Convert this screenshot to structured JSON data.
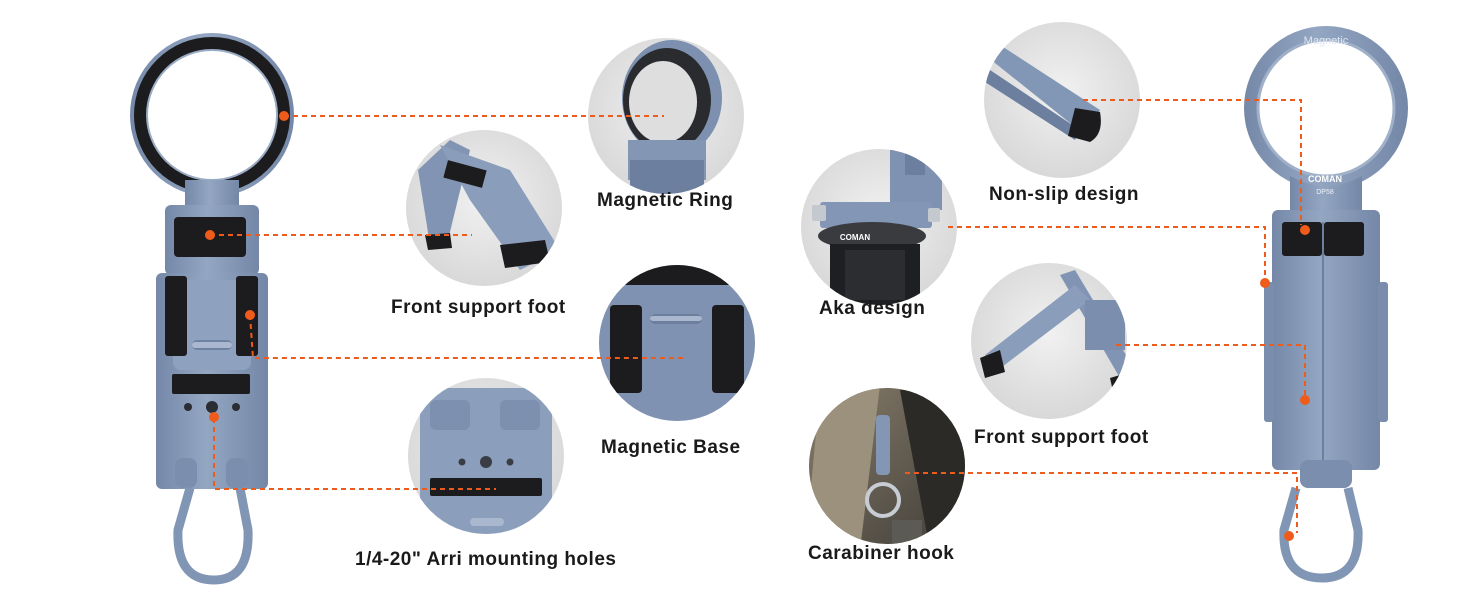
{
  "labels": {
    "magnetic_ring": "Magnetic Ring",
    "front_support_foot_left": "Front support foot",
    "magnetic_base": "Magnetic Base",
    "arri_holes": "1/4-20\" Arri mounting holes",
    "non_slip": "Non-slip design",
    "aka_design": "Aka design",
    "front_support_foot_right": "Front support foot",
    "carabiner": "Carabiner hook"
  },
  "device_text": {
    "ring_word": "Magnetic",
    "brand": "COMAN",
    "model": "DP58",
    "clamp_brand": "COMAN"
  },
  "colors": {
    "device_blue": "#8397b5",
    "device_dark": "#6d80a0",
    "device_light": "#a9b8cf",
    "pad": "#1c1c1e",
    "callout": "#ef5b1a",
    "circle_bg": "#e3e3e3"
  }
}
